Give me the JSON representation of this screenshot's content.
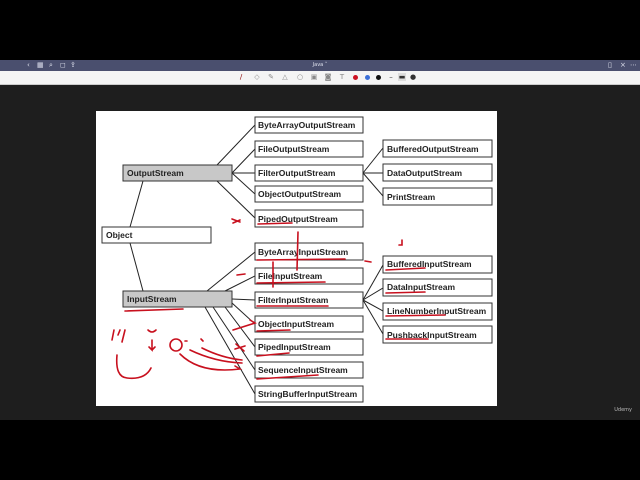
{
  "topbar": {
    "title": "Java ˅",
    "icons": [
      "back-icon",
      "grid-icon",
      "search-icon",
      "bookmark-icon",
      "share-icon",
      "document-icon",
      "close-icon",
      "more-icon"
    ]
  },
  "toolbar": {
    "tools": [
      "pen-icon",
      "eraser-icon",
      "highlighter-icon",
      "shapes-icon",
      "lasso-icon",
      "image-icon",
      "camera-icon",
      "text-icon"
    ],
    "colors": [
      "#cc1122",
      "#3b6fd8",
      "#111111"
    ]
  },
  "diagram": {
    "root": "Object",
    "output": {
      "label": "OutputStream",
      "children": [
        "ByteArrayOutputStream",
        "FileOutputStream",
        "FilterOutputStream",
        "ObjectOutputStream",
        "PipedOutputStream"
      ],
      "filter_children": [
        "BufferedOutputStream",
        "DataOutputStream",
        "PrintStream"
      ]
    },
    "input": {
      "label": "InputStream",
      "children": [
        "ByteArrayInputStream",
        "FileInputStream",
        "FilterInputStream",
        "ObjectInputStream",
        "PipedInputStream",
        "SequenceInputStream",
        "StringBufferInputStream"
      ],
      "filter_children": [
        "BufferedInputStream",
        "DataInputStream",
        "LineNumberInputStream",
        "PushbackInputStream"
      ]
    },
    "annotation_color": "#c8101e"
  },
  "watermark": "Udemy"
}
